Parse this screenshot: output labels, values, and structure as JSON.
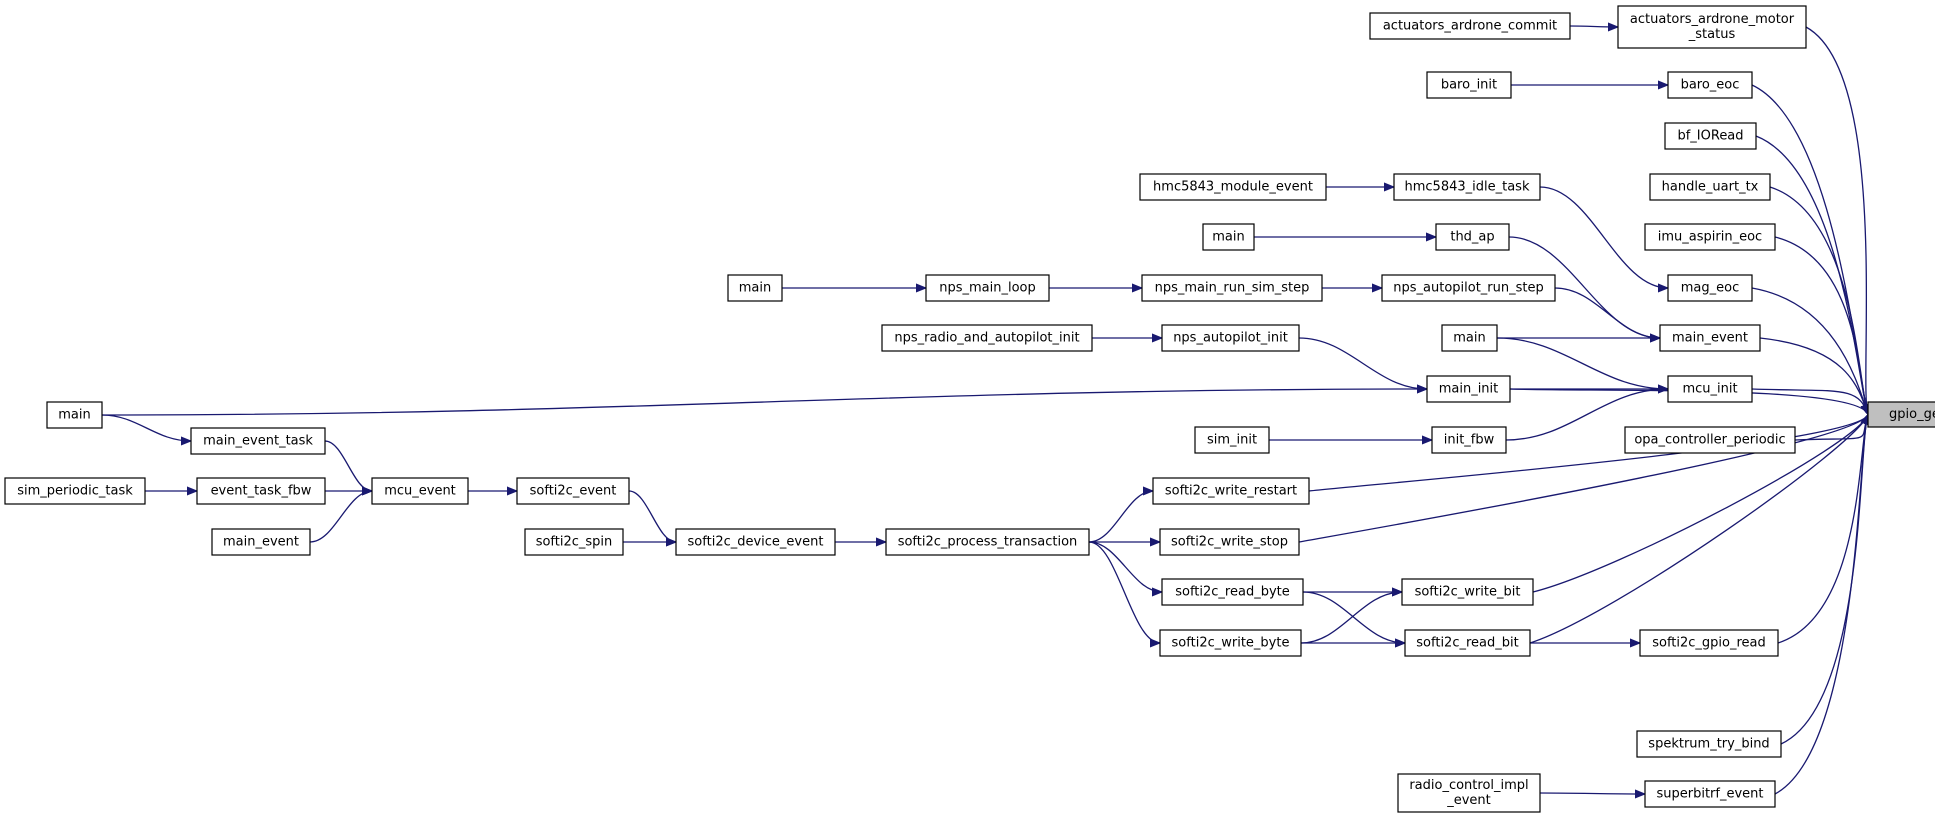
{
  "graph": {
    "nodes": {
      "gpio_get": [
        "gpio_get"
      ],
      "act_commit": [
        "actuators_ardrone_commit"
      ],
      "act_motor": [
        "actuators_ardrone_motor",
        "_status"
      ],
      "baro_init": [
        "baro_init"
      ],
      "baro_eoc": [
        "baro_eoc"
      ],
      "bf_ioread": [
        "bf_IORead"
      ],
      "handle_uart": [
        "handle_uart_tx"
      ],
      "hmc_event": [
        "hmc5843_module_event"
      ],
      "hmc_idle": [
        "hmc5843_idle_task"
      ],
      "imu_asp": [
        "imu_aspirin_eoc"
      ],
      "main_a": [
        "main"
      ],
      "thd_ap": [
        "thd_ap"
      ],
      "mag_eoc": [
        "mag_eoc"
      ],
      "main_b": [
        "main"
      ],
      "nps_loop": [
        "nps_main_loop"
      ],
      "nps_sim_step": [
        "nps_main_run_sim_step"
      ],
      "nps_ap_step": [
        "nps_autopilot_run_step"
      ],
      "main_c": [
        "main"
      ],
      "main_event_r": [
        "main_event"
      ],
      "nps_radio_init": [
        "nps_radio_and_autopilot_init"
      ],
      "nps_ap_init": [
        "nps_autopilot_init"
      ],
      "main_init": [
        "main_init"
      ],
      "mcu_init": [
        "mcu_init"
      ],
      "main_d": [
        "main"
      ],
      "main_event_task": [
        "main_event_task"
      ],
      "sim_init": [
        "sim_init"
      ],
      "init_fbw": [
        "init_fbw"
      ],
      "opa_ctrl": [
        "opa_controller_periodic"
      ],
      "sim_periodic": [
        "sim_periodic_task"
      ],
      "event_fbw": [
        "event_task_fbw"
      ],
      "mcu_event": [
        "mcu_event"
      ],
      "softi2c_event": [
        "softi2c_event"
      ],
      "sw_restart": [
        "softi2c_write_restart"
      ],
      "main_event_l": [
        "main_event"
      ],
      "softi2c_spin": [
        "softi2c_spin"
      ],
      "dev_event": [
        "softi2c_device_event"
      ],
      "proc_trans": [
        "softi2c_process_transaction"
      ],
      "sw_stop": [
        "softi2c_write_stop"
      ],
      "read_byte": [
        "softi2c_read_byte"
      ],
      "write_bit": [
        "softi2c_write_bit"
      ],
      "write_byte": [
        "softi2c_write_byte"
      ],
      "read_bit": [
        "softi2c_read_bit"
      ],
      "gpio_read": [
        "softi2c_gpio_read"
      ],
      "spek_bind": [
        "spektrum_try_bind"
      ],
      "radio_impl": [
        "radio_control_impl",
        "_event"
      ],
      "superbit": [
        "superbitrf_event"
      ]
    }
  }
}
